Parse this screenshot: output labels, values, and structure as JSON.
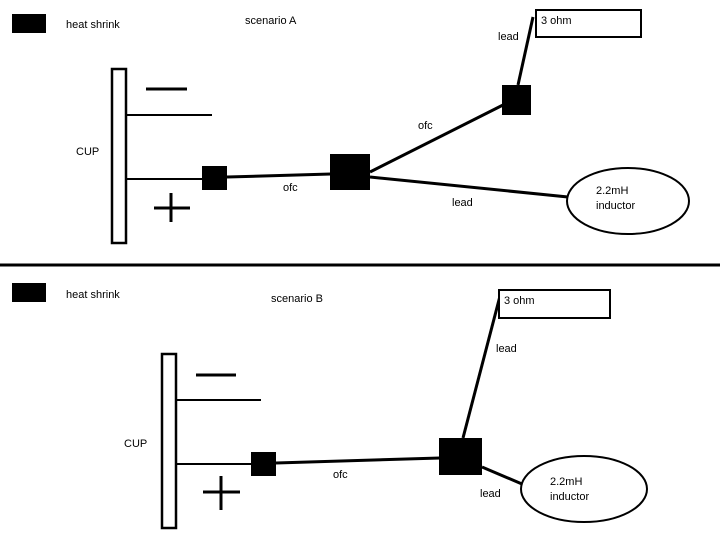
{
  "scenario_a": {
    "legend_label": "heat shrink",
    "title": "scenario A",
    "cup_label": "CUP",
    "resistor_label": "3 ohm",
    "resistor_lead_label": "lead",
    "inductor_label_line1": "2.2mH",
    "inductor_label_line2": "inductor",
    "inductor_lead_label": "lead",
    "ofc_upper_label": "ofc",
    "ofc_lower_label": "ofc"
  },
  "scenario_b": {
    "legend_label": "heat shrink",
    "title": "scenario B",
    "cup_label": "CUP",
    "resistor_label": "3 ohm",
    "resistor_lead_label": "lead",
    "inductor_label_line1": "2.2mH",
    "inductor_label_line2": "inductor",
    "inductor_lead_label": "lead",
    "ofc_label": "ofc"
  },
  "colors": {
    "ink": "#000000",
    "background": "#ffffff"
  }
}
